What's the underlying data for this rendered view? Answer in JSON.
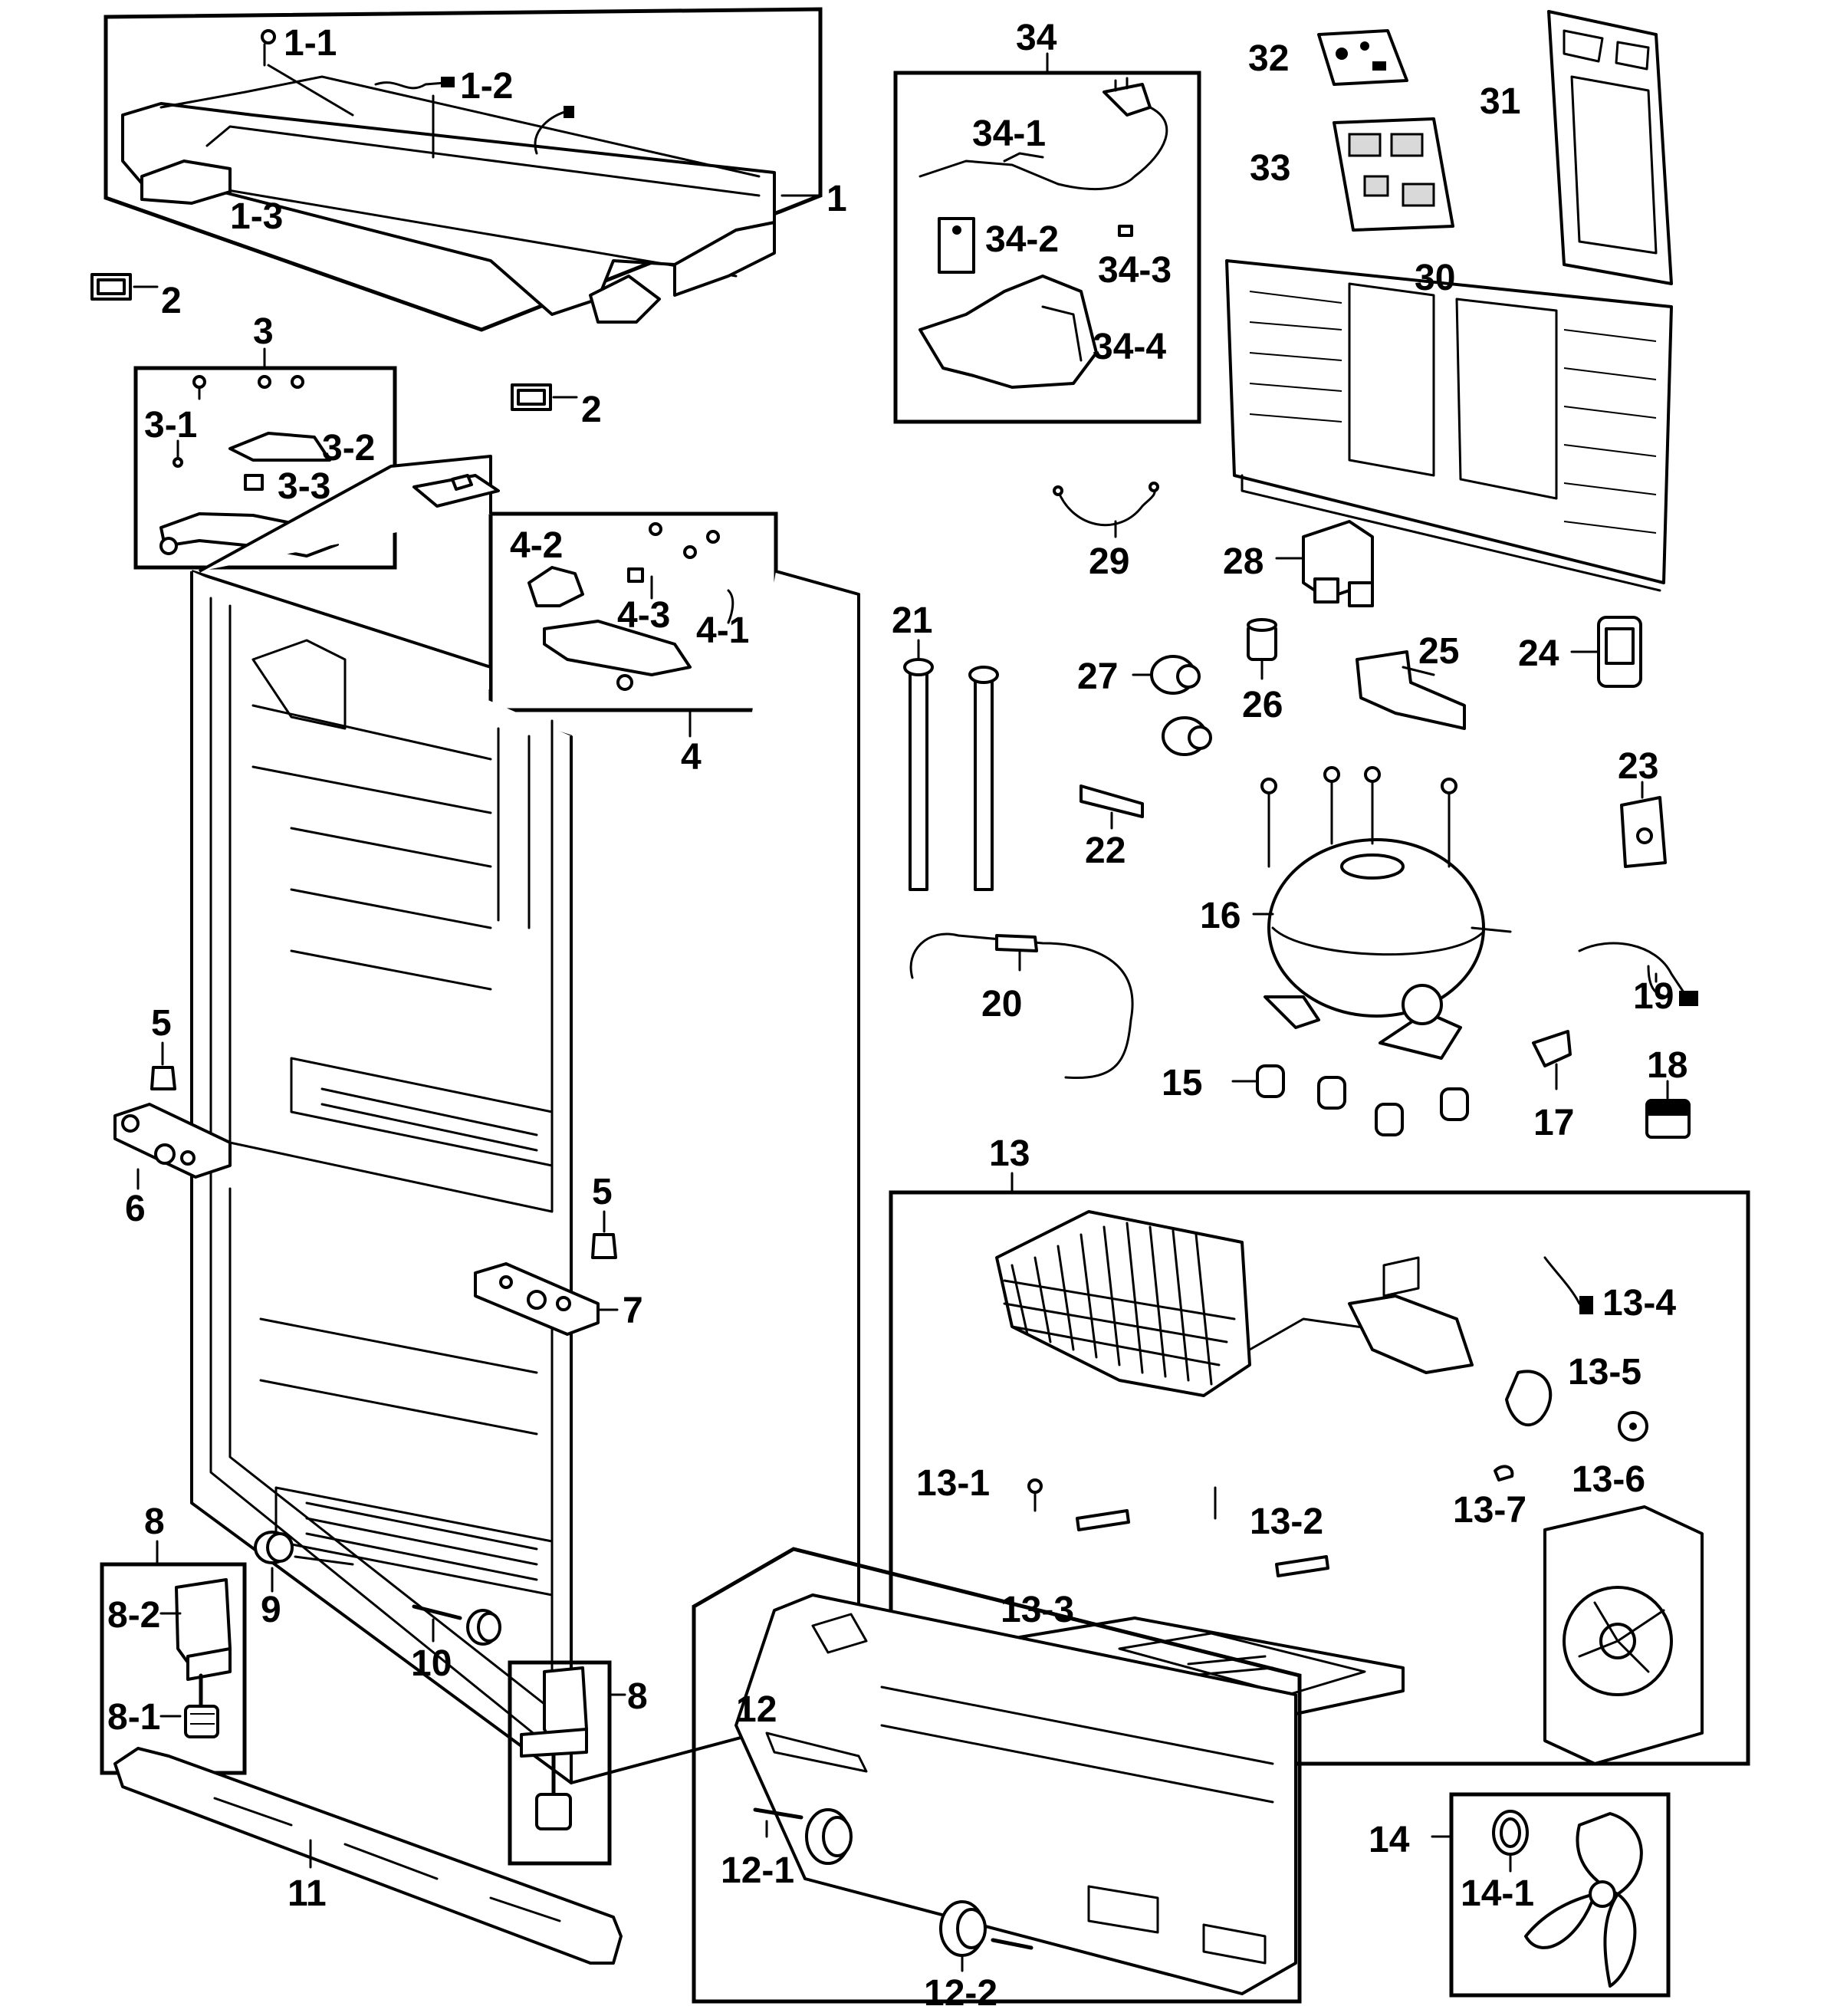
{
  "labels": [
    {
      "key": "l1",
      "text": "1"
    },
    {
      "key": "l1_1",
      "text": "1-1"
    },
    {
      "key": "l1_2",
      "text": "1-2"
    },
    {
      "key": "l1_3",
      "text": "1-3"
    },
    {
      "key": "l2a",
      "text": "2"
    },
    {
      "key": "l2b",
      "text": "2"
    },
    {
      "key": "l3",
      "text": "3"
    },
    {
      "key": "l3_1",
      "text": "3-1"
    },
    {
      "key": "l3_2",
      "text": "3-2"
    },
    {
      "key": "l3_3",
      "text": "3-3"
    },
    {
      "key": "l4",
      "text": "4"
    },
    {
      "key": "l4_1",
      "text": "4-1"
    },
    {
      "key": "l4_2",
      "text": "4-2"
    },
    {
      "key": "l4_3",
      "text": "4-3"
    },
    {
      "key": "l5a",
      "text": "5"
    },
    {
      "key": "l5b",
      "text": "5"
    },
    {
      "key": "l6",
      "text": "6"
    },
    {
      "key": "l7",
      "text": "7"
    },
    {
      "key": "l8a",
      "text": "8"
    },
    {
      "key": "l8_1",
      "text": "8-1"
    },
    {
      "key": "l8_2",
      "text": "8-2"
    },
    {
      "key": "l8b",
      "text": "8"
    },
    {
      "key": "l9",
      "text": "9"
    },
    {
      "key": "l10",
      "text": "10"
    },
    {
      "key": "l11",
      "text": "11"
    },
    {
      "key": "l12",
      "text": "12"
    },
    {
      "key": "l12_1",
      "text": "12-1"
    },
    {
      "key": "l12_2",
      "text": "12-2"
    },
    {
      "key": "l13",
      "text": "13"
    },
    {
      "key": "l13_1",
      "text": "13-1"
    },
    {
      "key": "l13_2",
      "text": "13-2"
    },
    {
      "key": "l13_3",
      "text": "13-3"
    },
    {
      "key": "l13_4",
      "text": "13-4"
    },
    {
      "key": "l13_5",
      "text": "13-5"
    },
    {
      "key": "l13_6",
      "text": "13-6"
    },
    {
      "key": "l13_7",
      "text": "13-7"
    },
    {
      "key": "l14",
      "text": "14"
    },
    {
      "key": "l14_1",
      "text": "14-1"
    },
    {
      "key": "l15",
      "text": "15"
    },
    {
      "key": "l16",
      "text": "16"
    },
    {
      "key": "l17",
      "text": "17"
    },
    {
      "key": "l18",
      "text": "18"
    },
    {
      "key": "l19",
      "text": "19"
    },
    {
      "key": "l20",
      "text": "20"
    },
    {
      "key": "l21",
      "text": "21"
    },
    {
      "key": "l22",
      "text": "22"
    },
    {
      "key": "l23",
      "text": "23"
    },
    {
      "key": "l24",
      "text": "24"
    },
    {
      "key": "l25",
      "text": "25"
    },
    {
      "key": "l26",
      "text": "26"
    },
    {
      "key": "l27",
      "text": "27"
    },
    {
      "key": "l28",
      "text": "28"
    },
    {
      "key": "l29",
      "text": "29"
    },
    {
      "key": "l30",
      "text": "30"
    },
    {
      "key": "l31",
      "text": "31"
    },
    {
      "key": "l32",
      "text": "32"
    },
    {
      "key": "l33",
      "text": "33"
    },
    {
      "key": "l34",
      "text": "34"
    },
    {
      "key": "l34_1",
      "text": "34-1"
    },
    {
      "key": "l34_2",
      "text": "34-2"
    },
    {
      "key": "l34_3",
      "text": "34-3"
    },
    {
      "key": "l34_4",
      "text": "34-4"
    }
  ]
}
